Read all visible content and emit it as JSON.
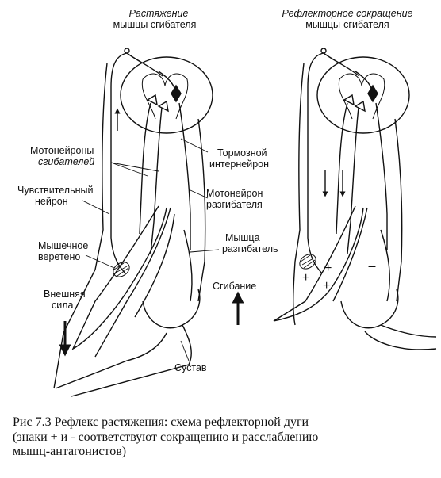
{
  "left_panel": {
    "title_line1": "Растяжение",
    "title_line2": "мышцы сгибателя",
    "motoneurons_flexor_line1": "Мотонейроны",
    "motoneurons_flexor_line2": "сгибателей",
    "sensory_neuron_line1": "Чувствительный",
    "sensory_neuron_line2": "нейрон",
    "muscle_spindle_line1": "Мышечное",
    "muscle_spindle_line2": "веретено",
    "external_force_line1": "Внешняя",
    "external_force_line2": "сила",
    "inhibitory_interneuron_line1": "Тормозной",
    "inhibitory_interneuron_line2": "интернейрон",
    "motoneuron_extensor_line1": "Мотонейрон",
    "motoneuron_extensor_line2": "разгибателя",
    "extensor_muscle_line1": "Мышца",
    "extensor_muscle_line2": "разгибатель",
    "joint": "Сустав"
  },
  "right_panel": {
    "title_line1": "Рефлекторное сокращение",
    "title_line2": "мышцы-сгибателя",
    "flexion": "Сгибание",
    "plus_sign": "+",
    "minus_sign": "–"
  },
  "caption": {
    "line1": "Рис  7.3   Рефлекс растяжения: схема рефлекторной дуги",
    "line2": "(знаки + и - соответствуют сокращению и расслаблению",
    "line3": "мышц-антагонистов)"
  }
}
